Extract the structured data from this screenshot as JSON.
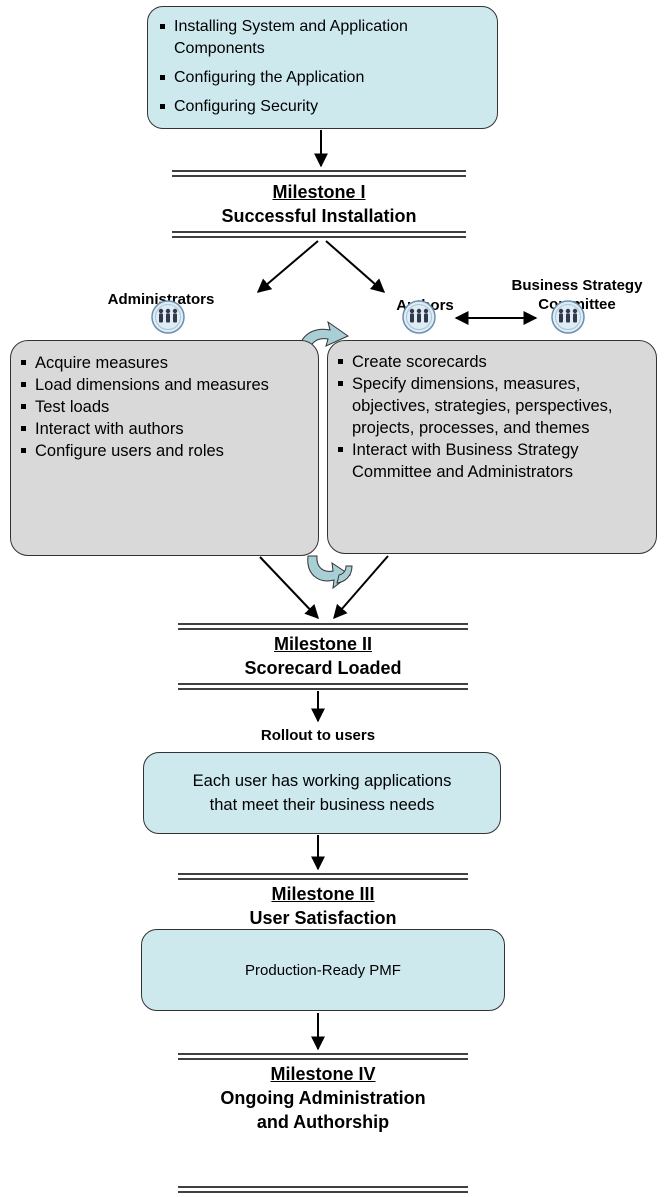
{
  "top_box": {
    "items": [
      "Installing System and Application Components",
      "Configuring the Application",
      "Configuring Security"
    ]
  },
  "milestones": [
    {
      "title": "Milestone I",
      "lines": [
        "Successful Installation"
      ]
    },
    {
      "title": "Milestone II",
      "lines": [
        "Scorecard Loaded"
      ]
    },
    {
      "title": "Milestone III",
      "lines": [
        "User Satisfaction"
      ]
    },
    {
      "title": "Milestone IV",
      "lines": [
        "Ongoing Administration",
        "and Authorship"
      ]
    }
  ],
  "roles": {
    "administrators": "Administrators",
    "authors": "Authors",
    "committee": [
      "Business Strategy",
      "Committee"
    ]
  },
  "admin_box": {
    "items": [
      "Acquire measures",
      "Load dimensions and measures",
      "Test loads",
      "Interact with authors",
      "Configure users and roles"
    ]
  },
  "author_box": {
    "items": [
      "Create scorecards",
      "Specify dimensions, measures, objectives, strategies, perspectives, projects, processes, and themes",
      "Interact with Business Strategy Committee and Administrators"
    ]
  },
  "rollout_label": "Rollout to users",
  "user_box": [
    "Each user has working applications",
    "that meet their business needs"
  ],
  "pmf_box": "Production-Ready PMF",
  "colors": {
    "blue_box": "#cde9ee",
    "gray_box": "#d9d9d9",
    "icon_fill": "#ddecf5",
    "curved_arrow": "#a9cfd6"
  }
}
